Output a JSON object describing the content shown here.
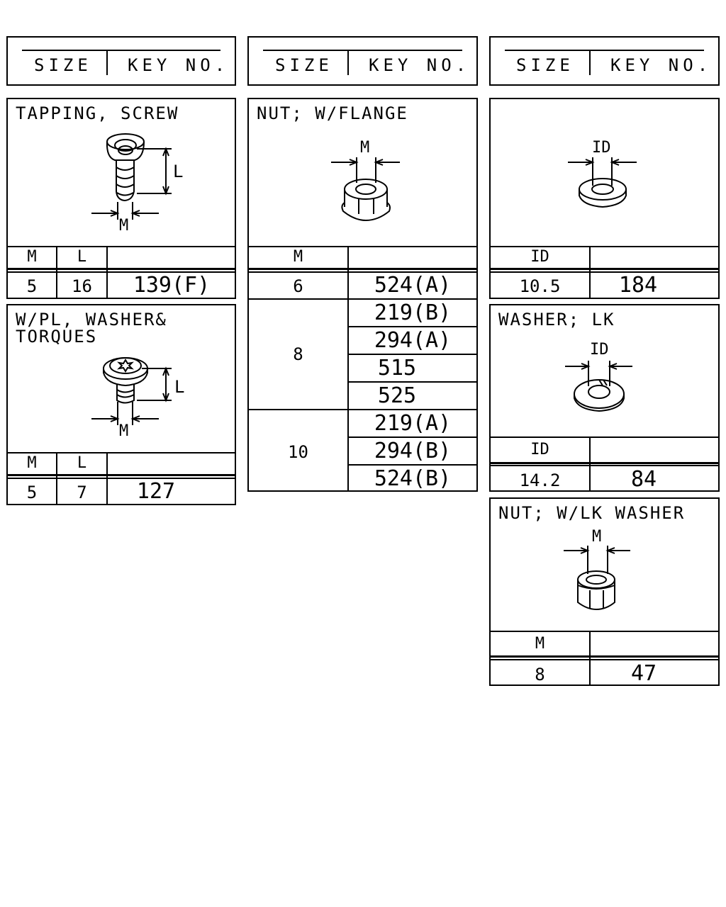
{
  "headers": [
    {
      "size": "SIZE",
      "key": "KEY NO."
    },
    {
      "size": "SIZE",
      "key": "KEY NO."
    },
    {
      "size": "SIZE",
      "key": "KEY NO."
    }
  ],
  "tapping_screw": {
    "title": "TAPPING, SCREW",
    "dim_l": "L",
    "dim_m": "M",
    "col_m": "M",
    "col_l": "L",
    "rows": [
      {
        "m": "5",
        "l": "16",
        "key": "139(F)"
      }
    ]
  },
  "pl_washer_torques": {
    "title_line1": "W/PL, WASHER&",
    "title_line2": "TORQUES",
    "dim_l": "L",
    "dim_m": "M",
    "col_m": "M",
    "col_l": "L",
    "rows": [
      {
        "m": "5",
        "l": "7",
        "key": "127"
      }
    ]
  },
  "nut_flange": {
    "title": "NUT; W/FLANGE",
    "dim_m": "M",
    "col_m": "M",
    "groups": [
      {
        "m": "6",
        "keys": [
          "524(A)"
        ]
      },
      {
        "m": "8",
        "keys": [
          "219(B)",
          "294(A)",
          "515",
          "525"
        ]
      },
      {
        "m": "10",
        "keys": [
          "219(A)",
          "294(B)",
          "524(B)"
        ]
      }
    ]
  },
  "washer": {
    "dim_id": "ID",
    "col_id": "ID",
    "rows": [
      {
        "id": "10.5",
        "key": "184"
      }
    ]
  },
  "washer_lk": {
    "title": "WASHER; LK",
    "dim_id": "ID",
    "col_id": "ID",
    "rows": [
      {
        "id": "14.2",
        "key": "84"
      }
    ]
  },
  "nut_lk_washer": {
    "title": "NUT; W/LK WASHER",
    "dim_m": "M",
    "col_m": "M",
    "rows": [
      {
        "m": "8",
        "key": "47"
      }
    ]
  }
}
